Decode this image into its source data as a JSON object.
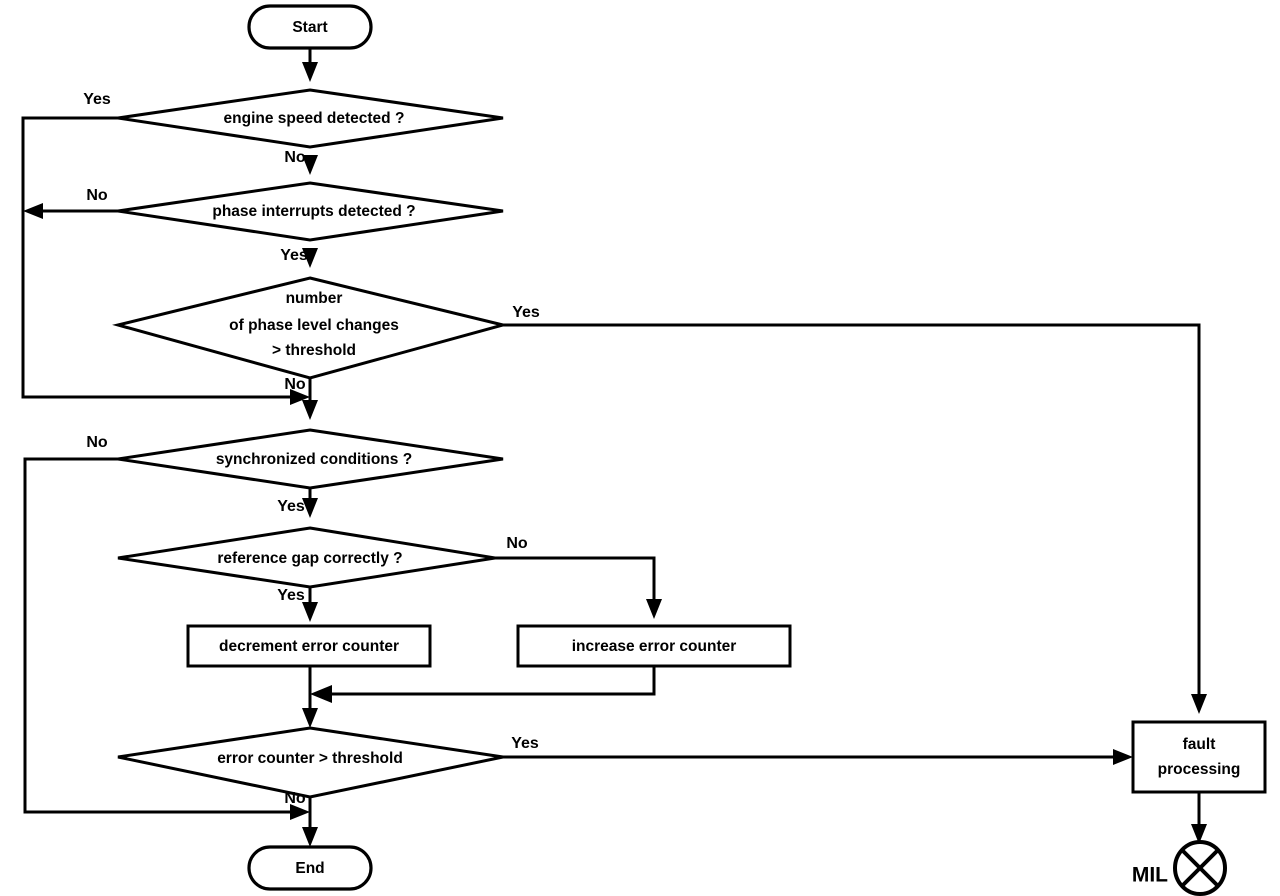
{
  "diagram": {
    "title": "Engine phase sensor diagnostic flowchart",
    "type": "flowchart",
    "stroke_color": "#000000",
    "fill_color": "#ffffff"
  },
  "nodes": {
    "start": {
      "label": "Start",
      "shape": "terminal"
    },
    "engine_speed": {
      "label": "engine speed detected ?",
      "shape": "decision"
    },
    "phase_interrupts": {
      "label": "phase interrupts detected ?",
      "shape": "decision"
    },
    "phase_level_line1": {
      "label": "number"
    },
    "phase_level_line2": {
      "label": "of phase level changes"
    },
    "phase_level_line3": {
      "label": "> threshold"
    },
    "sync_conditions": {
      "label": "synchronized conditions ?",
      "shape": "decision"
    },
    "reference_gap": {
      "label": "reference gap correctly ?",
      "shape": "decision"
    },
    "decrement": {
      "label": "decrement error counter",
      "shape": "process"
    },
    "increase": {
      "label": "increase error counter",
      "shape": "process"
    },
    "error_counter": {
      "label": "error counter > threshold",
      "shape": "decision"
    },
    "fault_line1": {
      "label": "fault"
    },
    "fault_line2": {
      "label": "processing"
    },
    "end": {
      "label": "End",
      "shape": "terminal"
    },
    "mil": {
      "label": "MIL",
      "shape": "lamp-symbol"
    }
  },
  "edges": {
    "engine_speed_yes": "Yes",
    "engine_speed_no": "No",
    "phase_interrupts_no": "No",
    "phase_interrupts_yes": "Yes",
    "phase_level_yes": "Yes",
    "phase_level_no": "No",
    "sync_conditions_no": "No",
    "sync_conditions_yes": "Yes",
    "reference_gap_no": "No",
    "reference_gap_yes": "Yes",
    "error_counter_yes": "Yes",
    "error_counter_no": "No"
  }
}
